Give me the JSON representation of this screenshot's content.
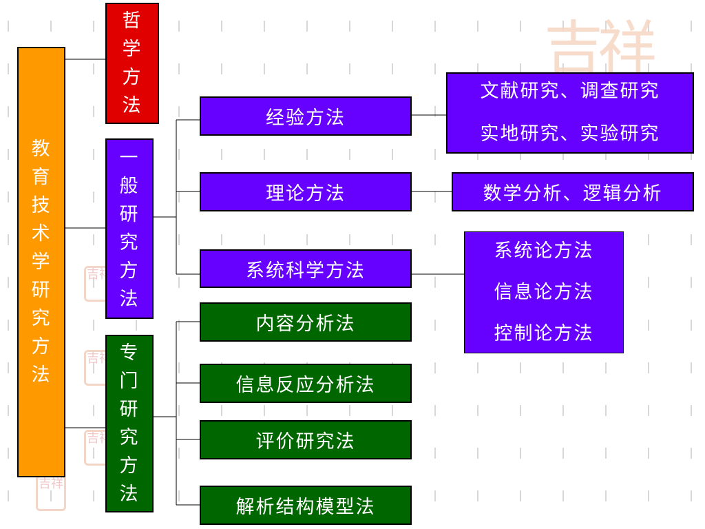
{
  "root": {
    "chars": [
      "教",
      "育",
      "技",
      "术",
      "学",
      "研",
      "究",
      "方",
      "法"
    ]
  },
  "philosophy": {
    "chars": [
      "哲",
      "学",
      "方",
      "法"
    ]
  },
  "general": {
    "chars": [
      "一",
      "般",
      "研",
      "究",
      "方",
      "法"
    ]
  },
  "special": {
    "chars": [
      "专",
      "门",
      "研",
      "究",
      "方",
      "法"
    ]
  },
  "general_methods": [
    {
      "label": "经验方法",
      "detail": [
        "文献研究、调查研究",
        "实地研究、实验研究"
      ]
    },
    {
      "label": "理论方法",
      "detail": [
        "数学分析、逻辑分析"
      ]
    },
    {
      "label": "系统科学方法",
      "detail": [
        "系统论方法",
        "信息论方法",
        "控制论方法"
      ]
    }
  ],
  "special_methods": [
    "内容分析法",
    "信息反应分析法",
    "评价研究法",
    "解析结构模型法"
  ],
  "watermark": {
    "text": "吉祥"
  },
  "colors": {
    "purple": "#6600ff",
    "green": "#006600",
    "red": "#e00000",
    "orange": "#ff9900"
  }
}
